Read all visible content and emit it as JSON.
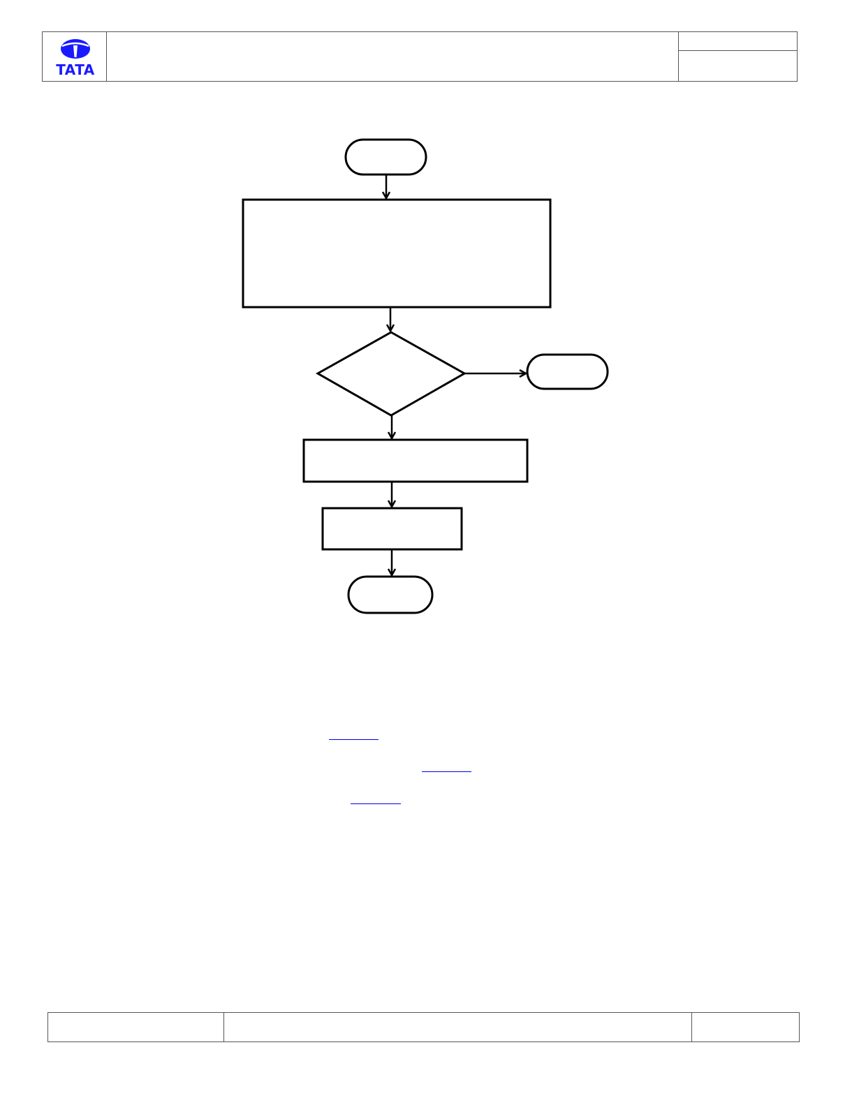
{
  "header": {
    "logo": {
      "icon": "tata-logo-icon",
      "wordmark": "TATA",
      "color": "#1a1aff"
    }
  },
  "flowchart": {
    "line_color": "#000000",
    "nodes": [
      {
        "id": "start",
        "shape": "terminator",
        "label": ""
      },
      {
        "id": "process-1",
        "shape": "process",
        "label": ""
      },
      {
        "id": "decision",
        "shape": "decision",
        "label": ""
      },
      {
        "id": "side-end",
        "shape": "terminator",
        "label": ""
      },
      {
        "id": "process-2",
        "shape": "process",
        "label": ""
      },
      {
        "id": "process-3",
        "shape": "process",
        "label": ""
      },
      {
        "id": "end",
        "shape": "terminator",
        "label": ""
      }
    ],
    "edges": [
      {
        "from": "start",
        "to": "process-1"
      },
      {
        "from": "process-1",
        "to": "decision"
      },
      {
        "from": "decision",
        "to": "side-end"
      },
      {
        "from": "decision",
        "to": "process-2"
      },
      {
        "from": "process-2",
        "to": "process-3"
      },
      {
        "from": "process-3",
        "to": "end"
      }
    ]
  },
  "links": {
    "color": "#0000ee",
    "count": 3
  }
}
